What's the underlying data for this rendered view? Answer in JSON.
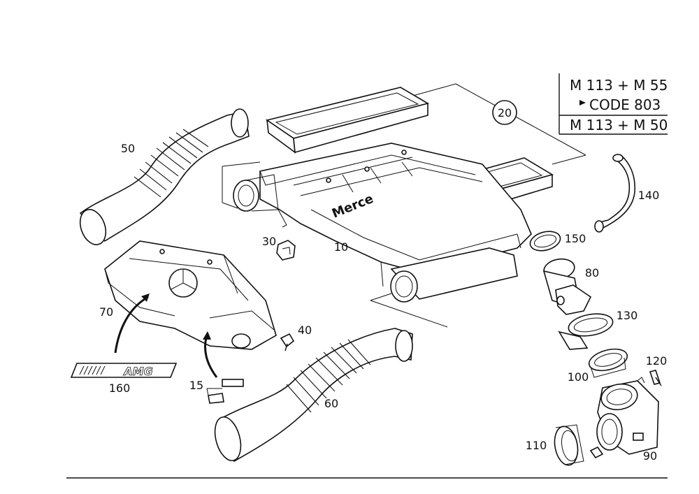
{
  "info_box": {
    "line1": "M 113 + M 55",
    "line2": "CODE 803",
    "line3": "M 113 + M 50"
  },
  "callout": "20",
  "emblem_text": "AMG",
  "housing_text": "Merce",
  "parts": {
    "p10": "10",
    "p15": "15",
    "p30": "30",
    "p40": "40",
    "p50": "50",
    "p60": "60",
    "p70": "70",
    "p80": "80",
    "p90": "90",
    "p100": "100",
    "p110": "110",
    "p120": "120",
    "p130": "130",
    "p140": "140",
    "p150": "150",
    "p160": "160"
  }
}
